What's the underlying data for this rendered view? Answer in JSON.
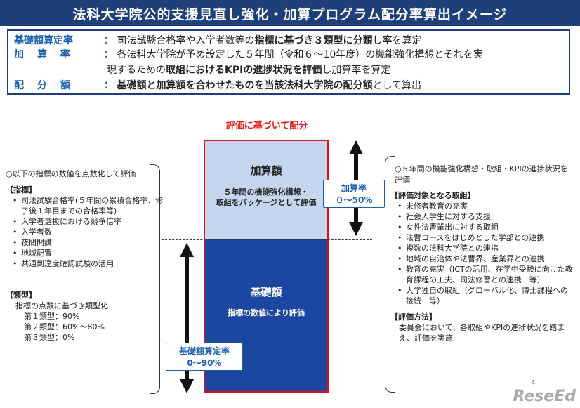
{
  "title": "法科大学院公的支援見直し強化・加算プログラム配分率算出イメージ",
  "summary": {
    "row1_label": "基礎額算定率",
    "row1_text_a": "司法試験合格率や入学者数等の",
    "row1_text_b": "指標に基づき３類型に分類",
    "row1_text_c": "し率を算定",
    "row2_label": "加　 算 　率",
    "row2_text_a": "各法科大学院が予め設定した５年間（令和６～10年度）の機能強化構想とそれを実",
    "row2_text_b1": "現するための",
    "row2_text_b2": "取組におけるKPIの進捗状況を評価",
    "row2_text_b3": "し加算率を算定",
    "row3_label": "配　 分 　額",
    "row3_text_a": "基礎額と加算額を合わせたものを当該法科大学院の配分額",
    "row3_text_b": "として算出",
    "colon": "："
  },
  "center": {
    "heading": "評価に基づいて配分",
    "top_title": "加算額",
    "top_desc1": "５年間の機能強化構想・",
    "top_desc2": "取組をパッケージとして評価",
    "bottom_title": "基礎額",
    "bottom_desc": "指標の数値により評価"
  },
  "pills": {
    "add_rate_label": "加算率",
    "add_rate_value": "０～50%",
    "base_rate_label": "基礎額算定率",
    "base_rate_value": "0～90%"
  },
  "left": {
    "intro": "○以下の指標の数値を点数化して評価",
    "indicators_heading": "【指標】",
    "indicators": [
      "司法試験合格率(５年間の累積合格率、修了後１年目までの合格率等)",
      "入学者選抜における競争倍率",
      "入学者数",
      "夜間開講",
      "地域配置",
      "共通到達度確認試験の活用"
    ],
    "types_heading": "【類型】",
    "types_intro": "指標の点数に基づき類型化",
    "types": [
      "第１類型：90%",
      "第２類型：60%～80%",
      "第３類型：0%"
    ]
  },
  "right": {
    "intro": "○５年間の機能強化構想・取組・KPIの進捗状況を評価",
    "targets_heading": "【評価対象となる取組】",
    "targets": [
      "未修者教育の充実",
      "社会人学生に対する支援",
      "女性法曹輩出に対する取組",
      "法曹コースをはじめとした学部との連携",
      "複数の法科大学院との連携",
      "地域の自治体や法曹界、産業界との連携",
      "教育の充実（ICTの活用、在学中受験に向けた教育課程の工夫、司法修習との連携　等）",
      "大学独自の取組（グローバル化、博士課程への接続　等）"
    ],
    "method_heading": "【評価方法】",
    "method_text": "委員会において、各取組やKPIの進捗状況を踏まえ、評価を実施"
  },
  "page_number": "4",
  "logo": "ReseEd",
  "colors": {
    "navy": "#1f3f7a",
    "accent_blue": "#1a5fae",
    "red": "#e0201b"
  }
}
